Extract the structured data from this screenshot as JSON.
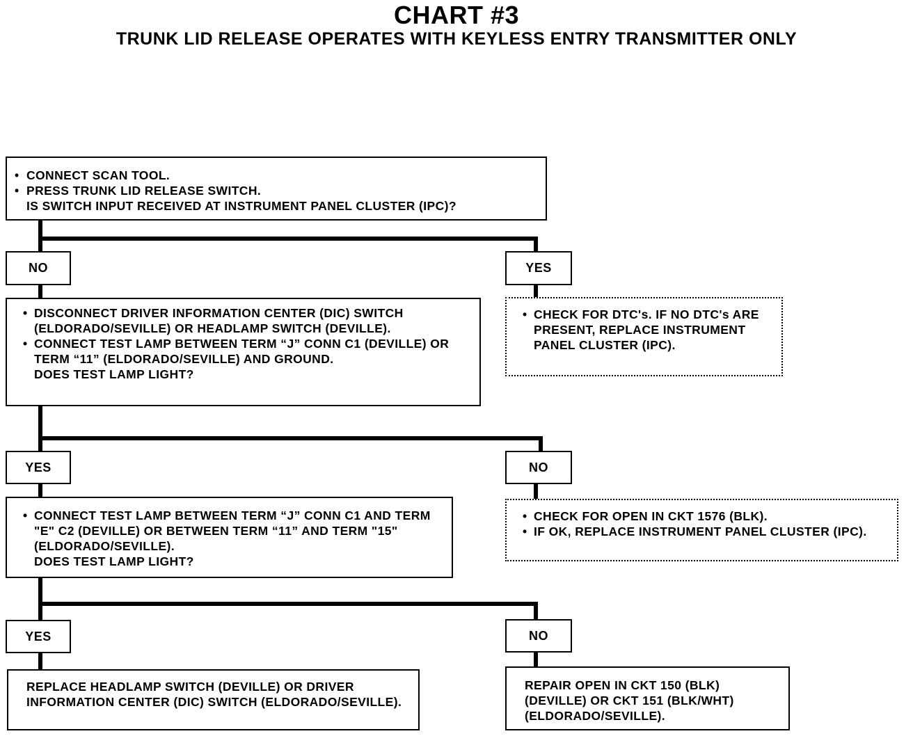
{
  "header": {
    "title": "CHART #3",
    "subtitle": "TRUNK LID RELEASE OPERATES WITH KEYLESS ENTRY TRANSMITTER ONLY"
  },
  "steps": {
    "step1": {
      "bullets": [
        "CONNECT SCAN TOOL.",
        "PRESS TRUNK LID RELEASE SWITCH."
      ],
      "question": "IS SWITCH INPUT RECEIVED AT INSTRUMENT PANEL CLUSTER (IPC)?"
    },
    "step2": {
      "bullets": [
        "DISCONNECT DRIVER INFORMATION CENTER (DIC) SWITCH (ELDORADO/SEVILLE) OR HEADLAMP SWITCH (DEVILLE).",
        "CONNECT TEST LAMP BETWEEN TERM “J” CONN C1 (DEVILLE) OR TERM “11” (ELDORADO/SEVILLE) AND GROUND."
      ],
      "question": "DOES TEST LAMP LIGHT?"
    },
    "step3": {
      "bullets": [
        "CONNECT TEST LAMP BETWEEN TERM “J” CONN C1 AND TERM \"E\" C2 (DEVILLE) OR BETWEEN TERM “11” AND TERM \"15\" (ELDORADO/SEVILLE)."
      ],
      "question": "DOES TEST LAMP LIGHT?"
    },
    "result1": {
      "bullets": [
        "CHECK FOR DTC's. IF NO DTC's ARE PRESENT, REPLACE INSTRUMENT PANEL CLUSTER (IPC)."
      ]
    },
    "result2": {
      "bullets": [
        "CHECK FOR OPEN IN CKT 1576 (BLK).",
        "IF OK, REPLACE INSTRUMENT PANEL CLUSTER (IPC)."
      ]
    },
    "result3": {
      "text": "REPLACE HEADLAMP SWITCH (DEVILLE) OR DRIVER INFORMATION CENTER (DIC) SWITCH (ELDORADO/SEVILLE)."
    },
    "result4": {
      "text": "REPAIR OPEN IN CKT 150 (BLK) (DEVILLE) OR CKT 151 (BLK/WHT) (ELDORADO/SEVILLE)."
    }
  },
  "branches": {
    "step1_no": "NO",
    "step1_yes": "YES",
    "step2_yes": "YES",
    "step2_no": "NO",
    "step3_yes": "YES",
    "step3_no": "NO"
  }
}
